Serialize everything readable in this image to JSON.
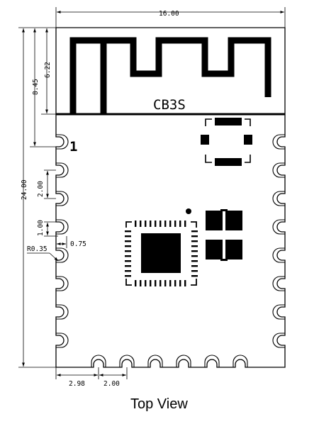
{
  "module": {
    "name": "CB3S",
    "pin1_label": "1"
  },
  "dimensions": {
    "width": "16.00",
    "height": "24.00",
    "antenna_zone": "8.45",
    "antenna_height": "6.22",
    "pin_pitch_side": "2.00",
    "pad_width": "1.00",
    "pad_depth": "0.75",
    "corner_radius": "R0.35",
    "bottom_offset": "2.98",
    "pin_pitch_bottom": "2.00"
  },
  "caption": "Top View"
}
